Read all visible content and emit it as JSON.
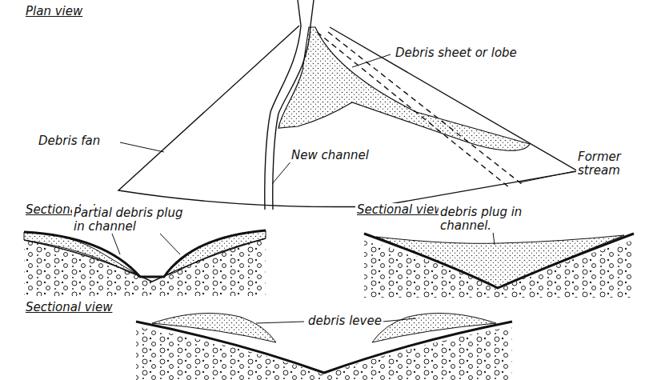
{
  "diagram": {
    "labels": [
      "Plan view",
      "Debris sheet or lobe",
      "Debris fan",
      "New channel",
      "Former stream",
      "Sectional view",
      "Partial debris plug in channel",
      "Sectional view",
      "debris plug in channel.",
      "Sectional view",
      "debris levee"
    ]
  }
}
